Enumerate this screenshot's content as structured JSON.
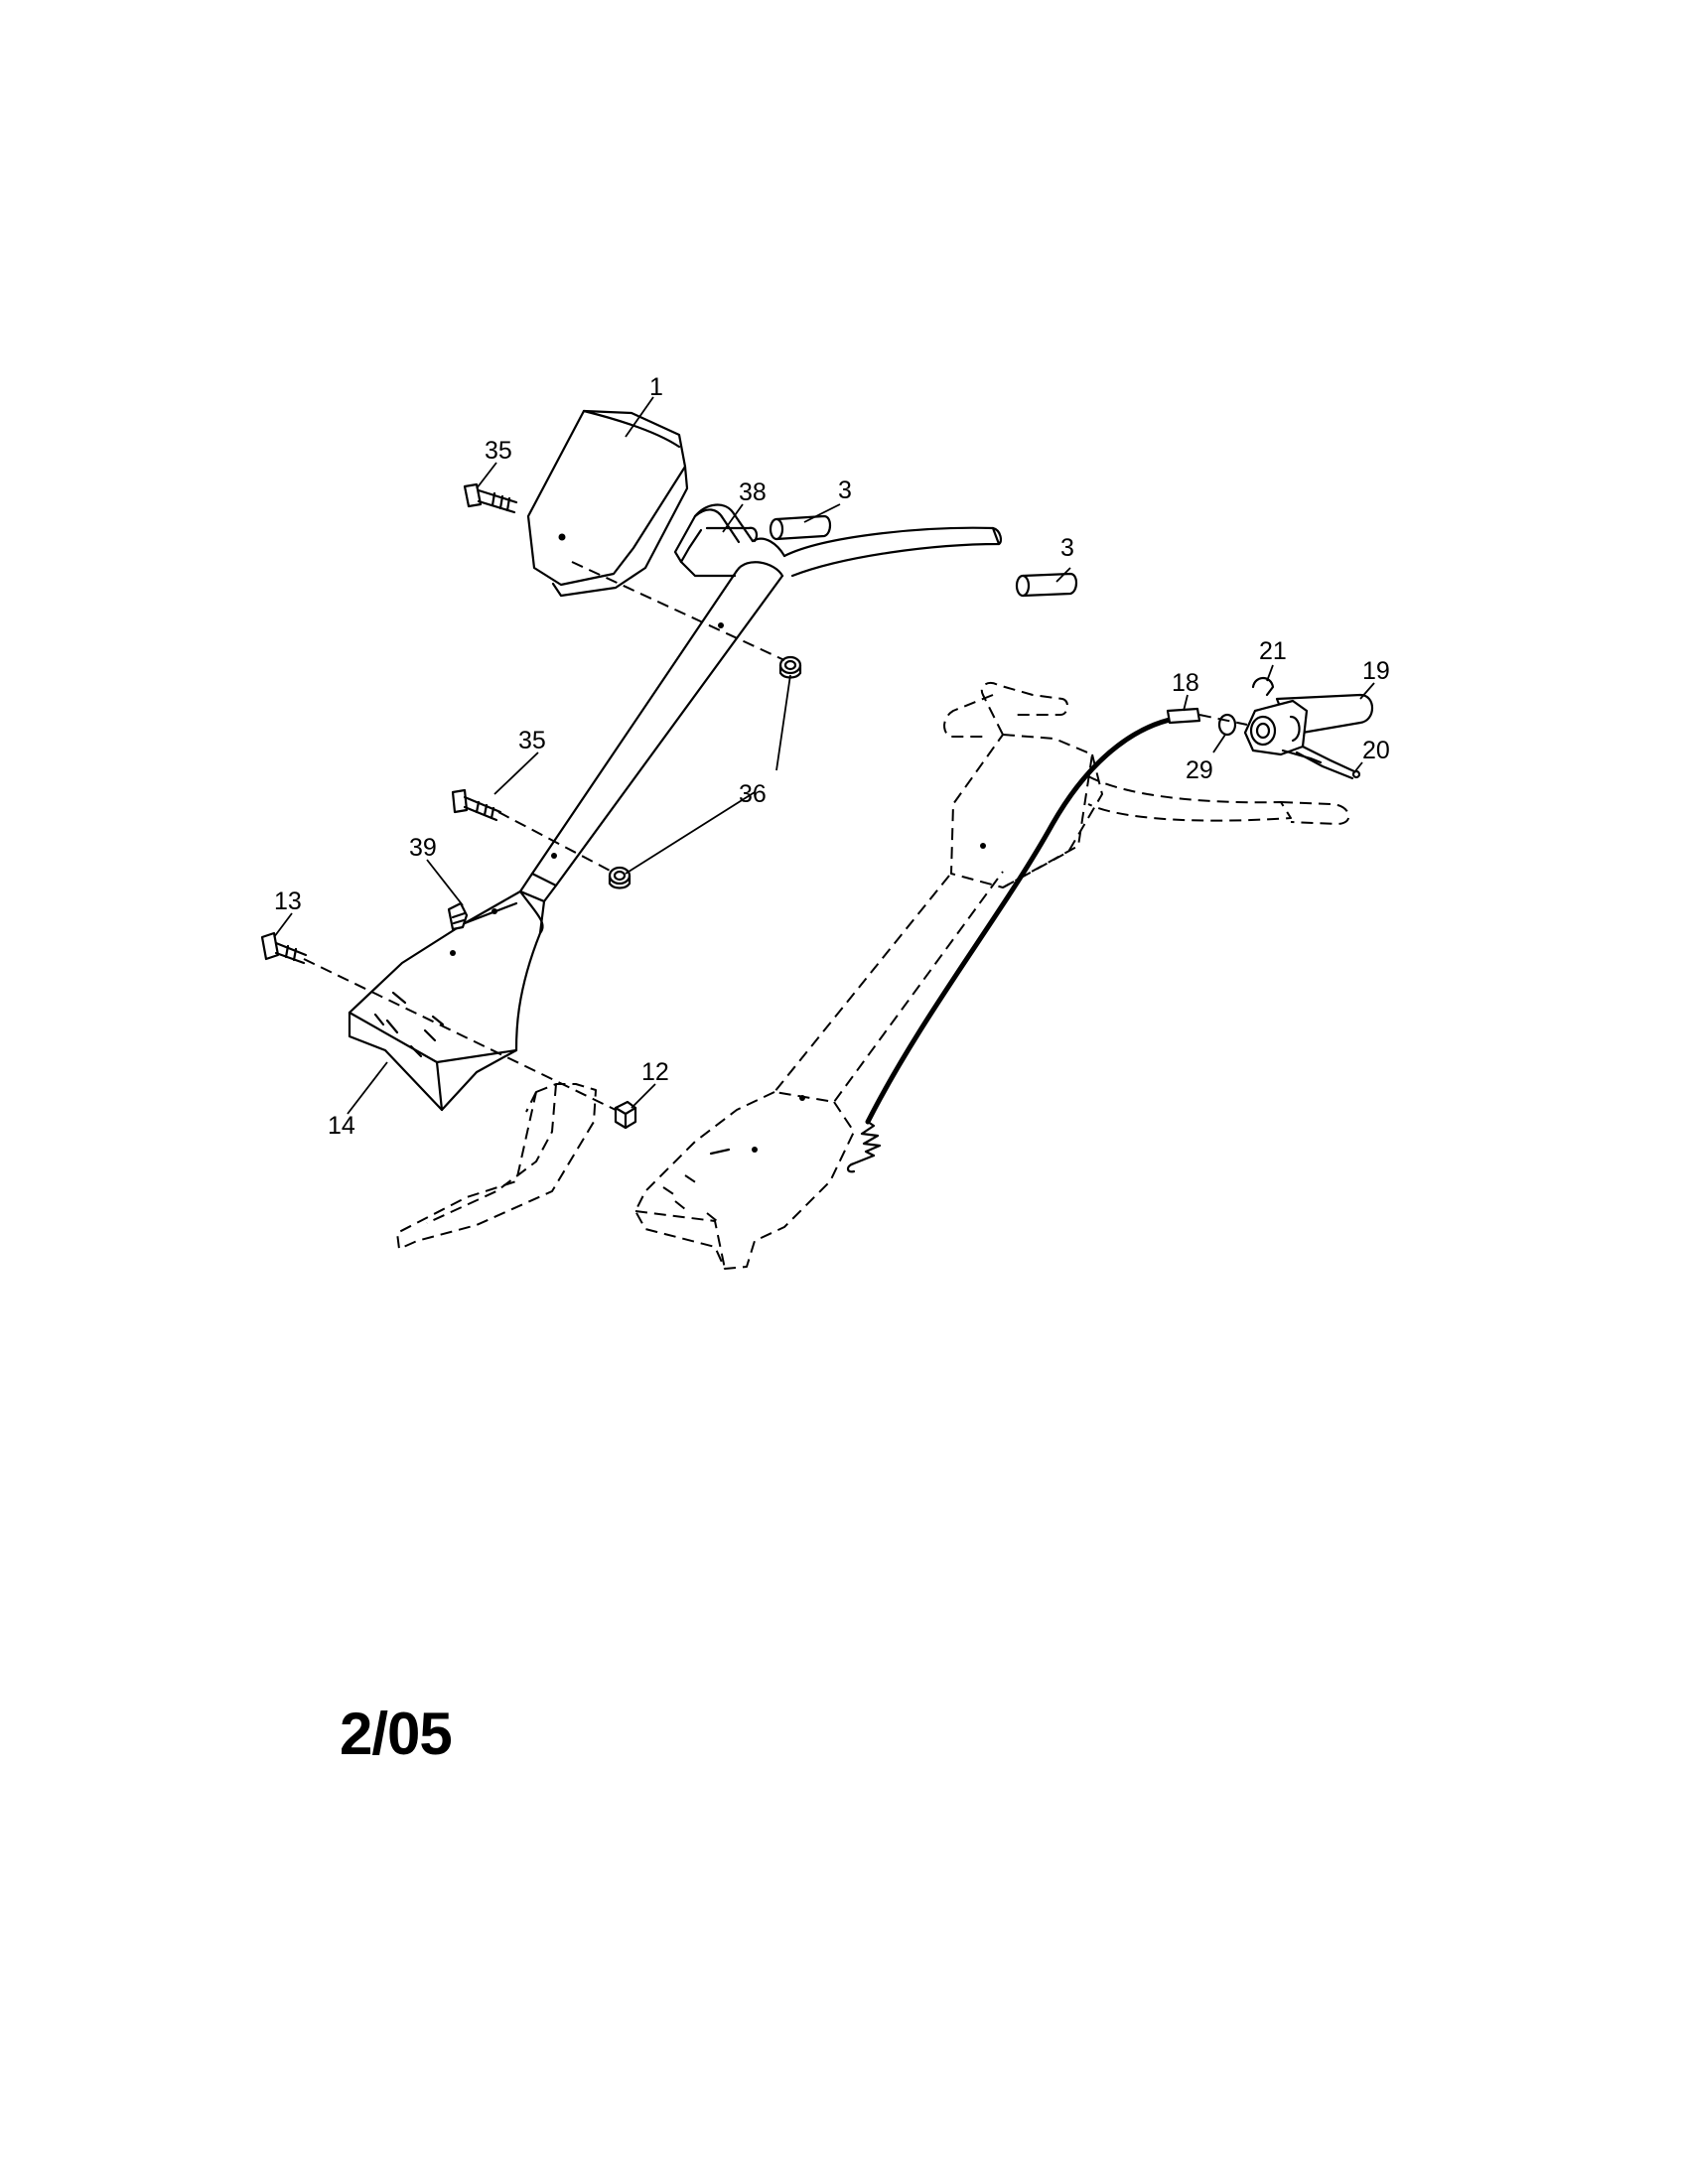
{
  "callouts": {
    "c1": "1",
    "c35a": "35",
    "c38": "38",
    "c3a": "3",
    "c3b": "3",
    "c36": "36",
    "c35b": "35",
    "c39": "39",
    "c13": "13",
    "c14": "14",
    "c12": "12",
    "c18": "18",
    "c21": "21",
    "c19": "19",
    "c29": "29",
    "c20": "20"
  },
  "footer": {
    "date": "2/05"
  }
}
